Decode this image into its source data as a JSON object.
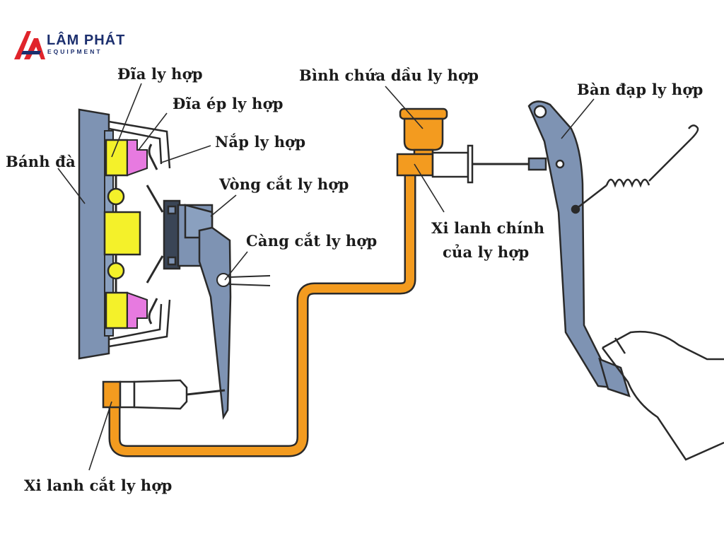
{
  "brand": {
    "name": "LÂM PHÁT",
    "subtitle": "EQUIPMENT",
    "colors": {
      "red": "#e0242b",
      "navy": "#1c2f6e"
    }
  },
  "labels": {
    "clutch_disc": "Đĩa ly hợp",
    "pressure_plate": "Đĩa ép ly hợp",
    "clutch_cover": "Nắp ly hợp",
    "flywheel": "Bánh đà",
    "release_bearing": "Vòng cắt ly hợp",
    "release_fork": "Càng cắt ly hợp",
    "reservoir": "Bình chứa dầu ly hợp",
    "master_cylinder_line1": "Xi lanh chính",
    "master_cylinder_line2": "của ly hợp",
    "clutch_pedal": "Bàn đạp ly hợp",
    "slave_cylinder": "Xi lanh cắt ly hợp"
  },
  "colors": {
    "steel": "#7e93b3",
    "steel_dark": "#3a4556",
    "hydraulic": "#f39b1f",
    "clutch_disc": "#f4f12a",
    "pressure_plate": "#e77ae0",
    "outline": "#2a2a2a"
  }
}
